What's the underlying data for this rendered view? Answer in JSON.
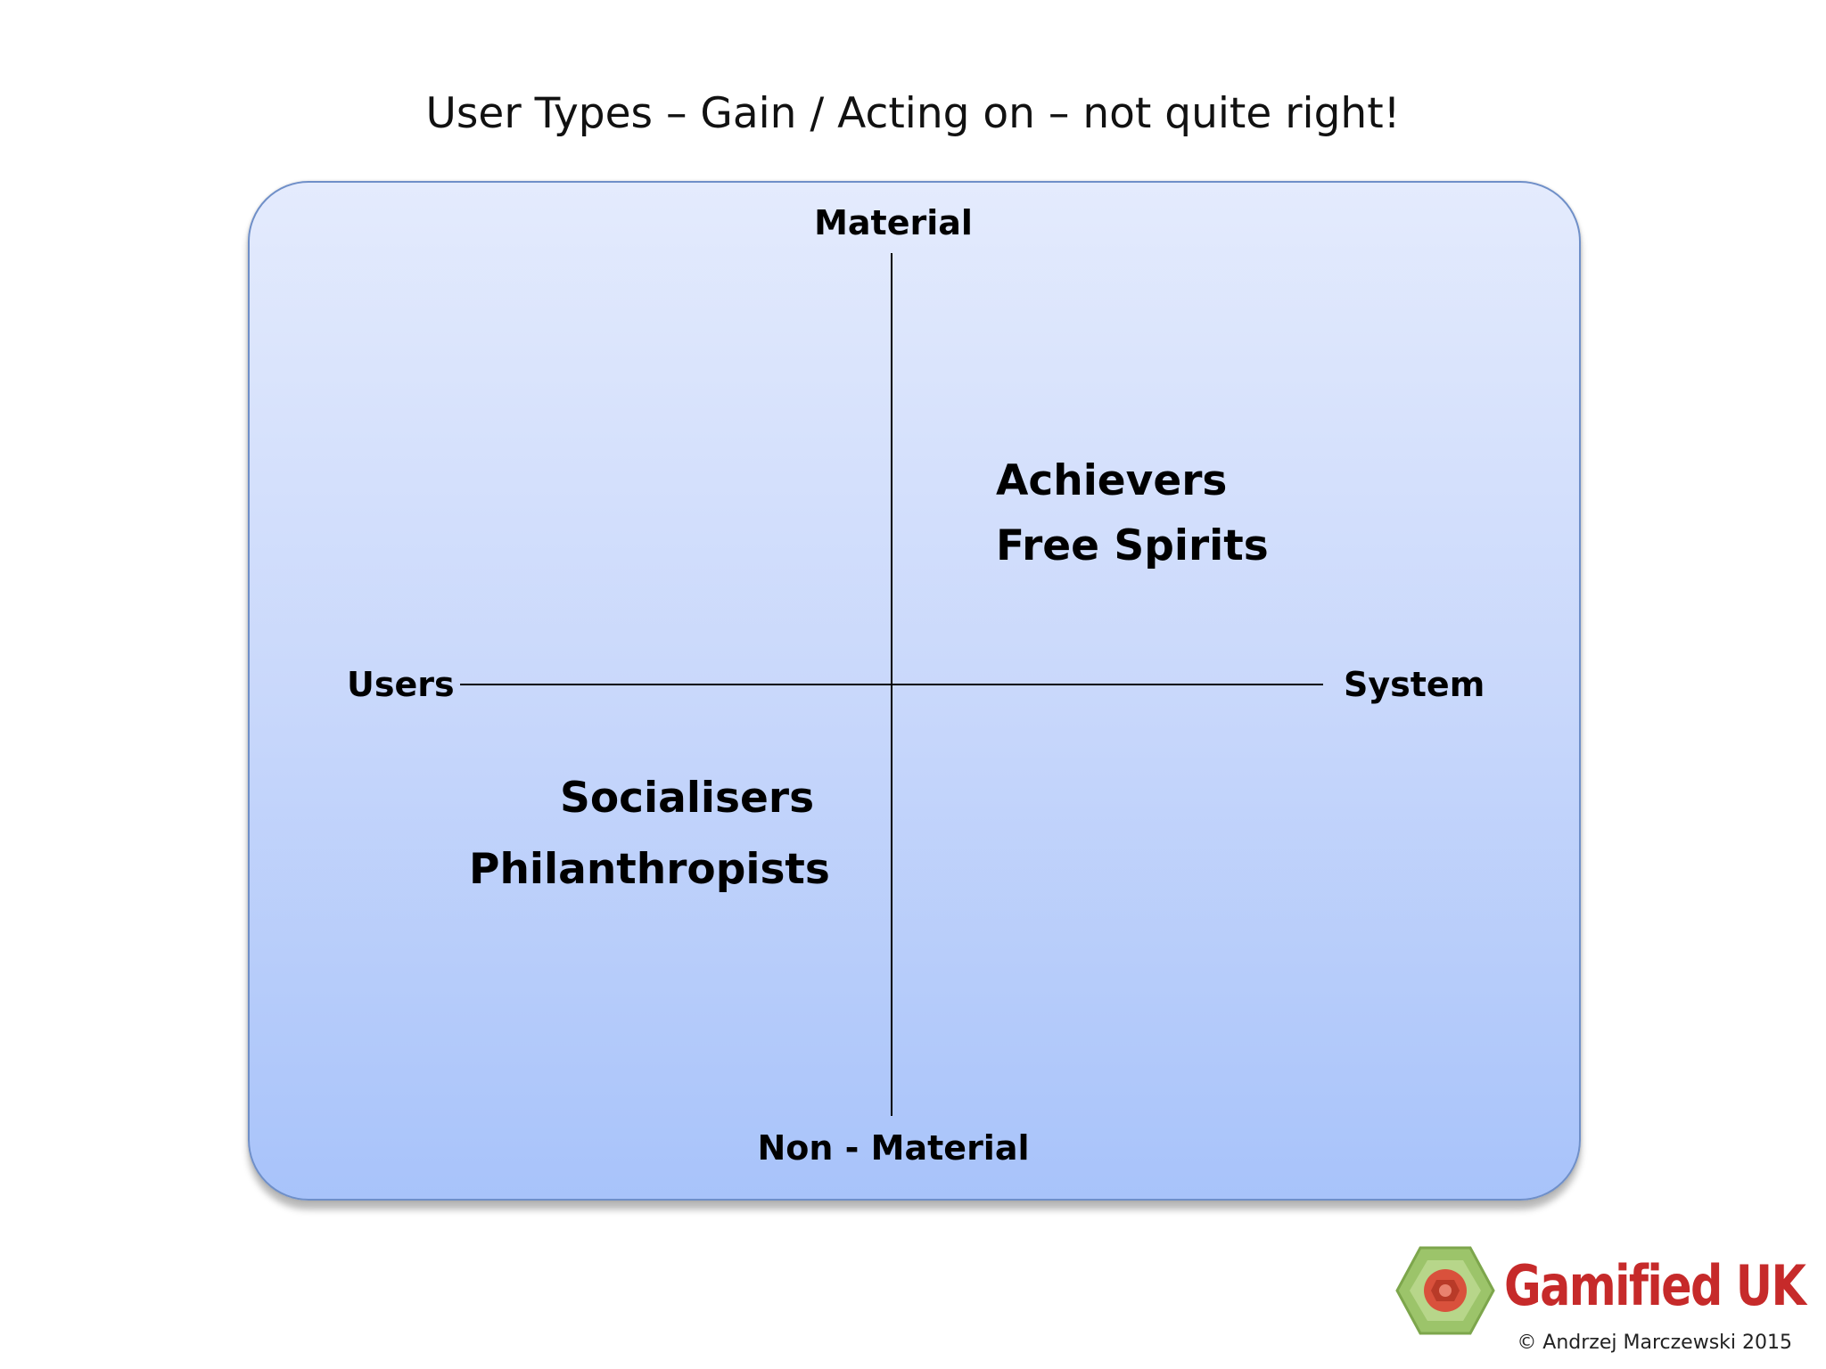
{
  "title": "User Types – Gain / Acting on – not quite right!",
  "axes": {
    "top": "Material",
    "bottom": "Non - Material",
    "left": "Users",
    "right": "System"
  },
  "quadrants": {
    "top_right": [
      "Achievers",
      "Free Spirits"
    ],
    "bottom_left": [
      "Socialisers",
      "Philanthropists"
    ]
  },
  "logo": {
    "text": "Gamified UK",
    "icon": "hexagon-badge-icon",
    "colors": {
      "hex_outer": "#9cc46a",
      "hex_inner": "#d9513c",
      "text": "#c62a2a"
    }
  },
  "copyright": "© Andrzej Marczewski 2015",
  "colors": {
    "panel_top": "#e4ebfd",
    "panel_bottom": "#a8c3fa",
    "panel_border": "#6f8fc8"
  }
}
